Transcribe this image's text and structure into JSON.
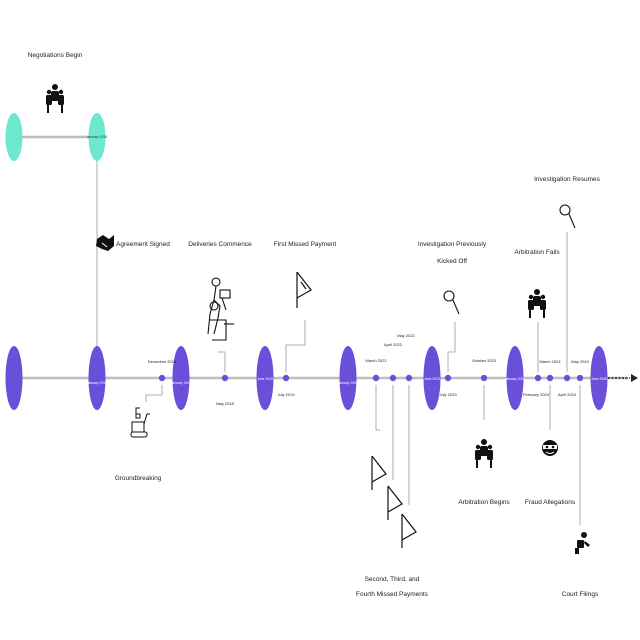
{
  "colors": {
    "purple": "#6a4fd8",
    "teal": "#6ee7cf",
    "line": "#bdbdbd",
    "thin": "#999999"
  },
  "top_track": {
    "nodes": [
      {
        "label": ""
      },
      {
        "label": "January 2016"
      }
    ]
  },
  "main_track": {
    "nodes": [
      {
        "label": ""
      },
      {
        "label": "January 2016"
      },
      {
        "label": "January 2018"
      },
      {
        "label": "June 2019"
      },
      {
        "label": "January 2022"
      },
      {
        "label": "June 2023"
      },
      {
        "label": "January 2024"
      },
      {
        "label": "June 2025"
      }
    ],
    "dots": [
      {
        "label": "December 2016"
      },
      {
        "label": "May 2018"
      },
      {
        "label": "July 2019"
      },
      {
        "label": "March 2022"
      },
      {
        "label": "April 2022"
      },
      {
        "label": "May 2022"
      },
      {
        "label": "July 2023"
      },
      {
        "label": "October 2023"
      },
      {
        "label": "February 2024"
      },
      {
        "label": "March 2024"
      },
      {
        "label": "April 2024"
      },
      {
        "label": "May 2024"
      }
    ]
  },
  "events": {
    "negotiations": "Negotiations Begin",
    "agreement": "Agreement Signed",
    "groundbreaking": "Groundbreaking",
    "deliveries": "Deliveries Commence",
    "first_missed": "First Missed Payment",
    "missed_line1": "Second, Third, and",
    "missed_line2": "Fourth Missed Payments",
    "investigation_line1": "Investigation Previously",
    "investigation_line2": "Kicked Off",
    "arbitration_begins": "Arbitration Begins",
    "arbitration_fails": "Arbitration Fails",
    "fraud": "Fraud Allegations",
    "investigation_resumes": "Investigation Resumes",
    "court": "Court Filings"
  }
}
